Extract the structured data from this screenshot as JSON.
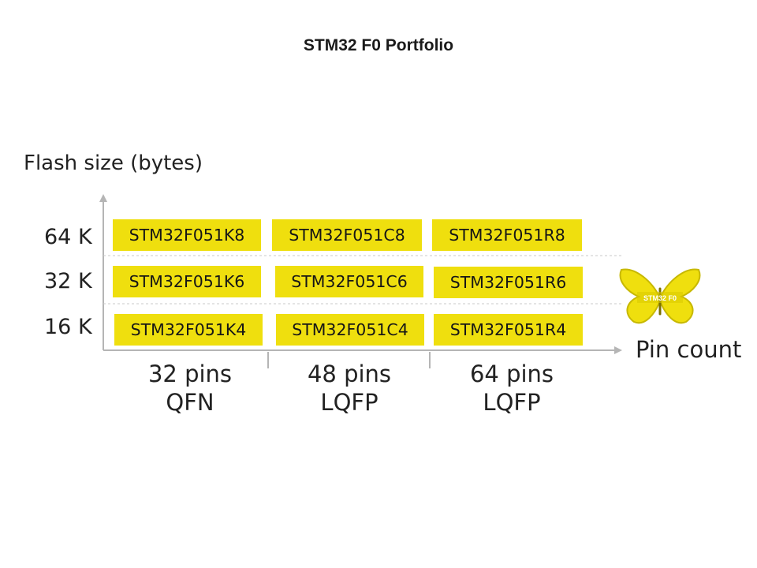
{
  "title": "STM32 F0 Portfolio",
  "y_axis_title": "Flash size (bytes)",
  "x_axis_title": "Pin count",
  "rows": [
    {
      "label": "64 K",
      "chips": [
        "STM32F051K8",
        "STM32F051C8",
        "STM32F051R8"
      ]
    },
    {
      "label": "32 K",
      "chips": [
        "STM32F051K6",
        "STM32F051C6",
        "STM32F051R6"
      ]
    },
    {
      "label": "16 K",
      "chips": [
        "STM32F051K4",
        "STM32F051C4",
        "STM32F051R4"
      ]
    }
  ],
  "columns": [
    {
      "pins": "32 pins",
      "package": "QFN"
    },
    {
      "pins": "48 pins",
      "package": "LQFP"
    },
    {
      "pins": "64 pins",
      "package": "LQFP"
    }
  ],
  "logo": {
    "text": "STM32 F0",
    "color": "#efdf0e"
  },
  "colors": {
    "chip_fill": "#efdf0e",
    "axis": "#b5b5b5"
  }
}
